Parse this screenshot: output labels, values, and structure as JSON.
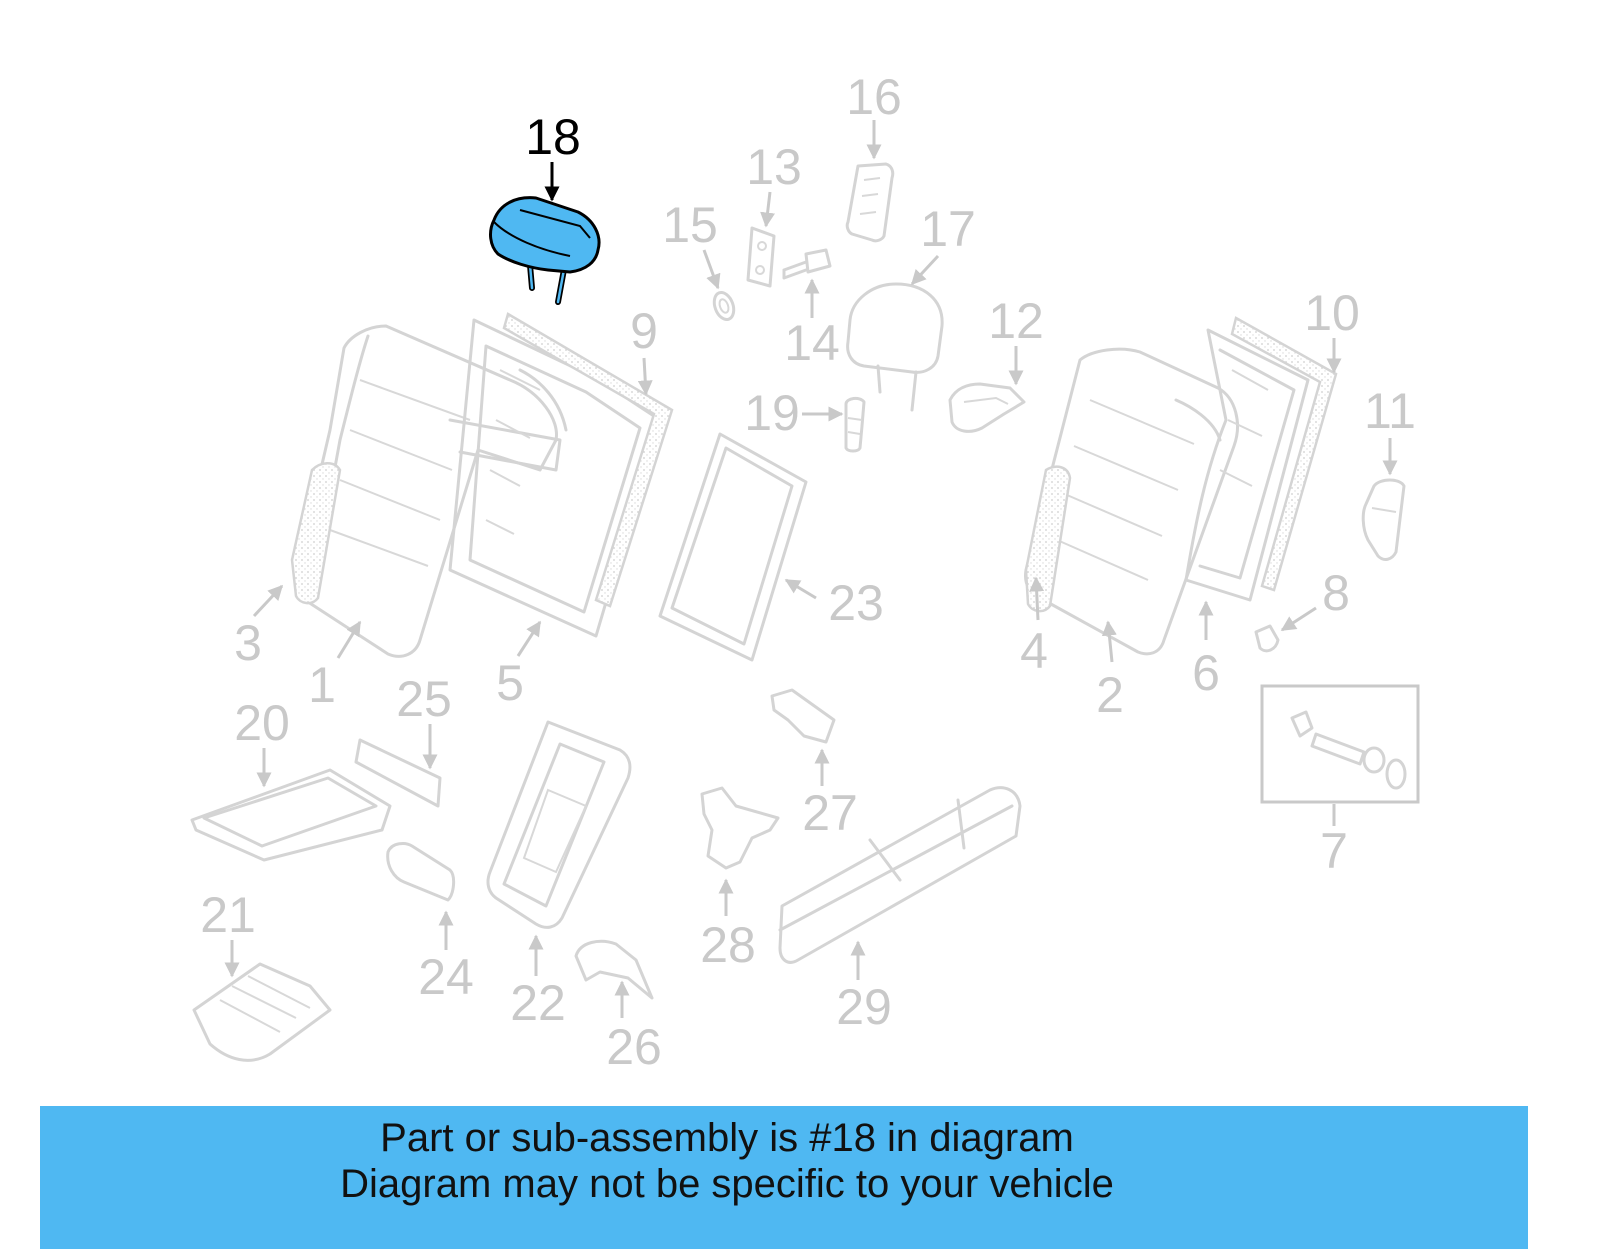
{
  "diagram": {
    "highlight_color": "#4fb8f2",
    "line_color": "#c9c9c9",
    "highlighted_part": "18",
    "callouts": [
      "1",
      "2",
      "3",
      "4",
      "5",
      "6",
      "7",
      "8",
      "9",
      "10",
      "11",
      "12",
      "13",
      "14",
      "15",
      "16",
      "17",
      "18",
      "19",
      "20",
      "21",
      "22",
      "23",
      "24",
      "25",
      "26",
      "27",
      "28",
      "29"
    ]
  },
  "footer": {
    "line1": "Part or sub-assembly is #18 in diagram",
    "line2": "Diagram may not be specific to your vehicle"
  }
}
